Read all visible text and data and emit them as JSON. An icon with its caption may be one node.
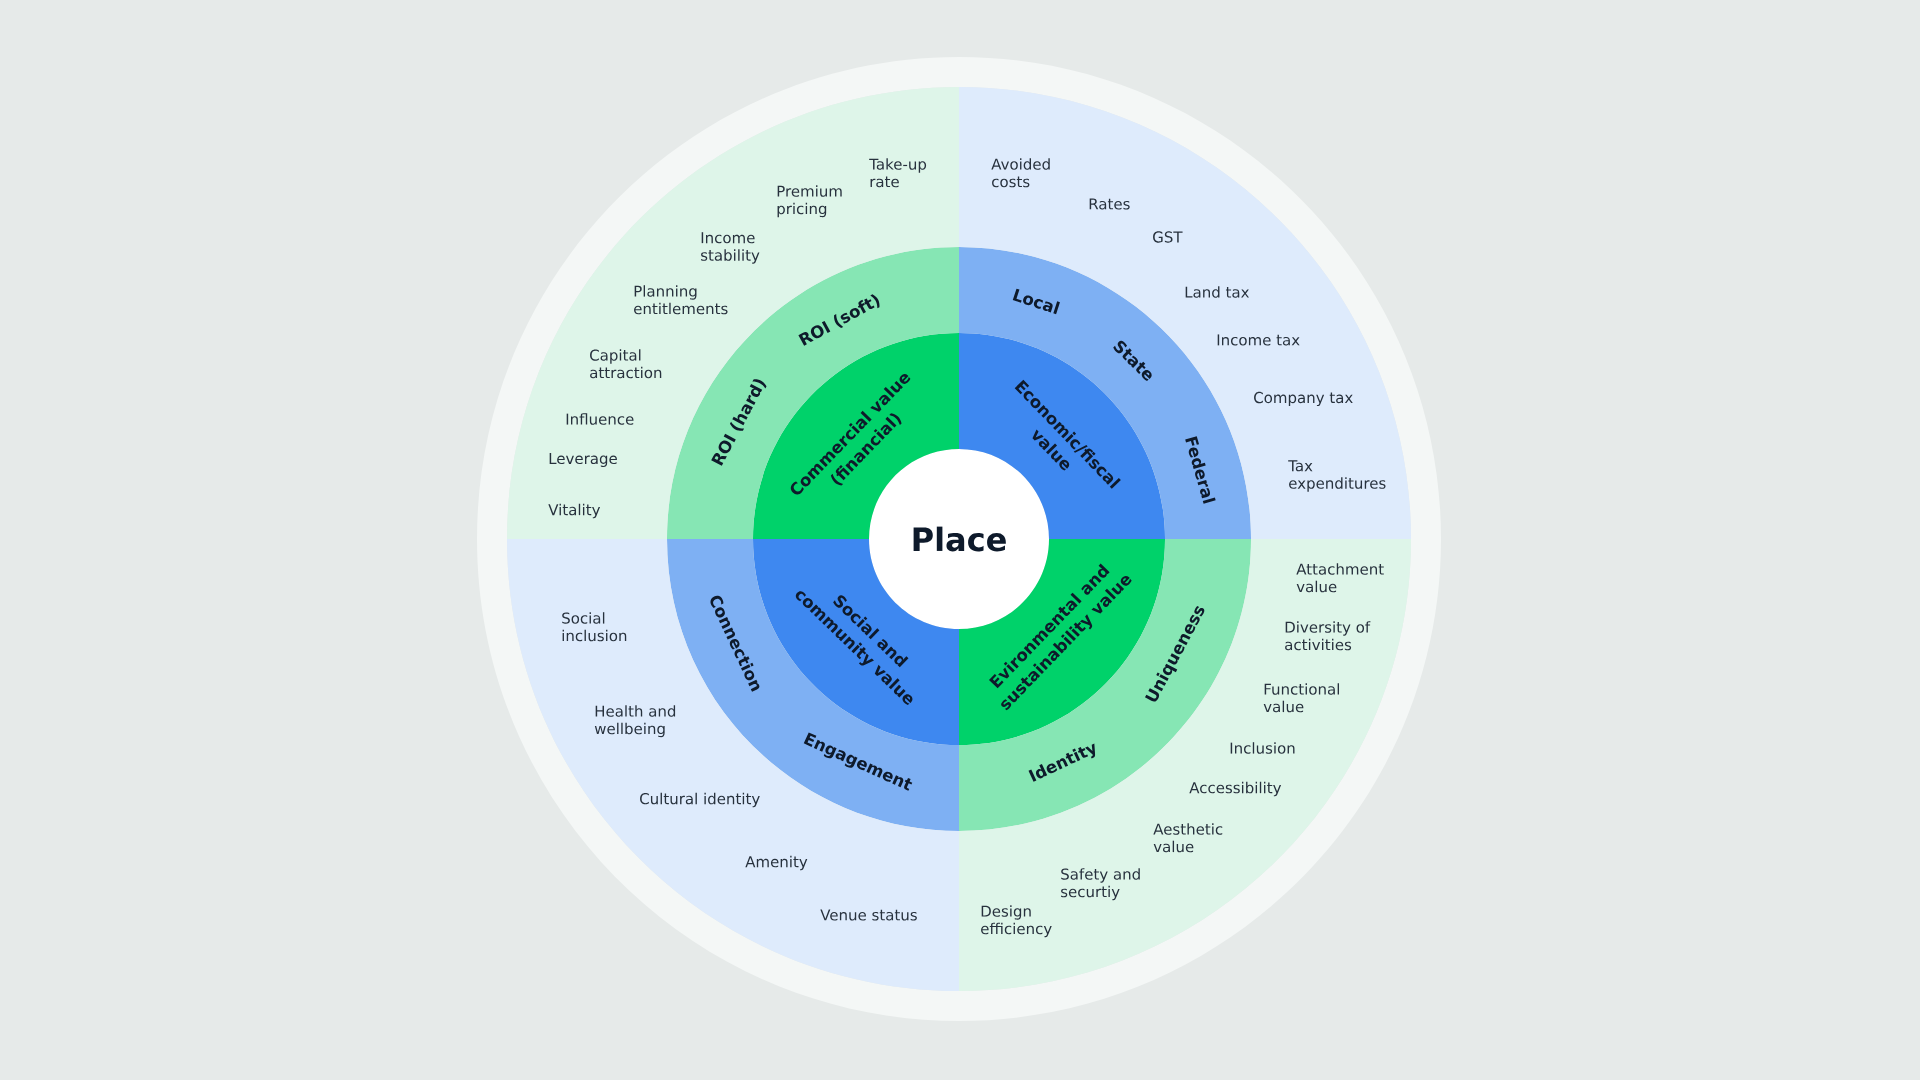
{
  "diagram": {
    "nodes": [
      {
        "text": [
          "Place"
        ]
      },
      {
        "text": [
          "Commercial value (financial)"
        ]
      },
      {
        "text": [
          "Economic/fiscal value"
        ]
      },
      {
        "text": [
          "Social and community value"
        ]
      },
      {
        "text": [
          "Evironmental and sustainability value"
        ]
      },
      {
        "text": [
          "ROI (soft)",
          "ROI (hard)"
        ]
      },
      {
        "text": [
          "Local",
          "State",
          "Federal"
        ]
      },
      {
        "text": [
          "Connection",
          "Engagement"
        ]
      },
      {
        "text": [
          "Uniqueness",
          "Identity"
        ]
      },
      {
        "text": [
          "Take-up rate",
          "Premium pricing",
          "Income stability",
          "Planning entitlements",
          "Capital attraction",
          "Influence",
          "Leverage",
          "Vitality"
        ]
      },
      {
        "text": [
          "Avoided costs",
          "Rates",
          "GST",
          "Land tax",
          "Income tax",
          "Company tax",
          "Tax expenditures"
        ]
      },
      {
        "text": [
          "Social inclusion",
          "Health and wellbeing",
          "Cultural identity",
          "Amenity",
          "Venue status"
        ]
      },
      {
        "text": [
          "Attachment value",
          "Diversity of activities",
          "Functional value",
          "Inclusion",
          "Accessibility",
          "Aesthetic value",
          "Safety and securtiy",
          "Design efficiency"
        ]
      }
    ]
  }
}
